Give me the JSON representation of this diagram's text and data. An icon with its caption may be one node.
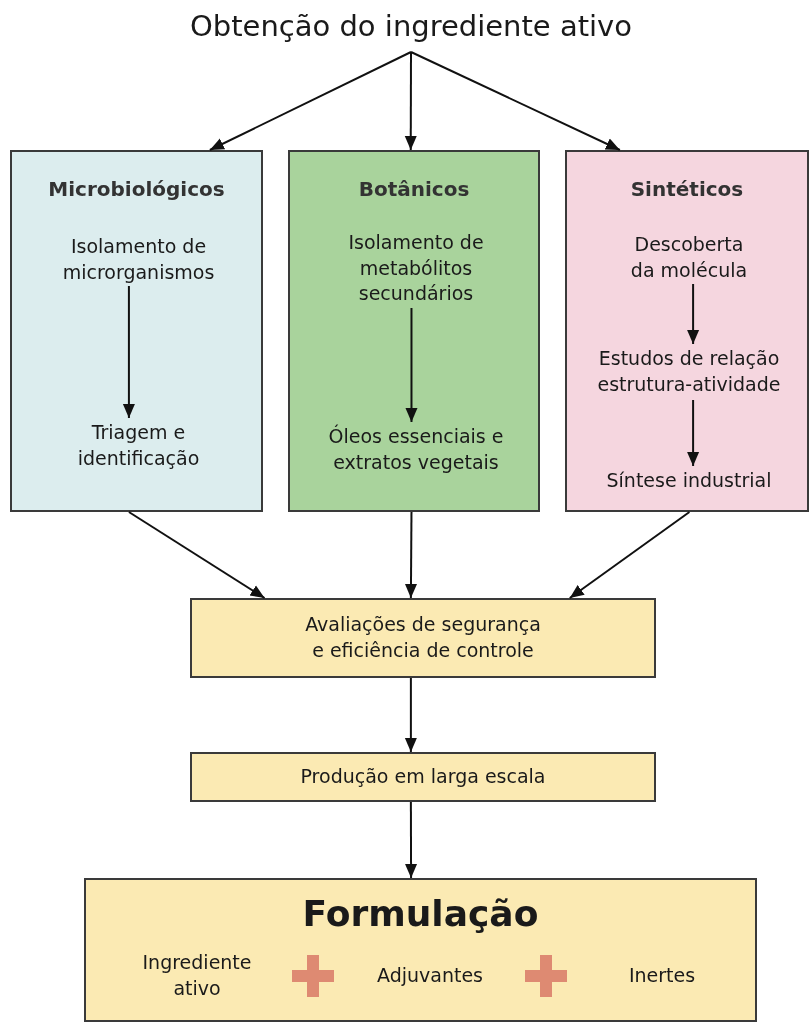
{
  "diagram": {
    "nodes": [
      {
        "text": [
          "Obtenção do ingrediente ativo"
        ]
      },
      {
        "text": [
          "Microbiológicos"
        ]
      },
      {
        "text": [
          "Isolamento de microrganismos"
        ],
        "in": 1
      },
      {
        "text": [
          "Triagem e identificação"
        ],
        "in": 1
      },
      {
        "text": [
          "Botânicos"
        ]
      },
      {
        "text": [
          "Isolamento de metabólitos secundários"
        ],
        "in": 4
      },
      {
        "text": [
          "Óleos essenciais e extratos vegetais"
        ],
        "in": 4
      },
      {
        "text": [
          "Sintéticos"
        ]
      },
      {
        "text": [
          "Descoberta da molécula"
        ],
        "in": 7
      },
      {
        "text": [
          "Estudos de relação estrutura-atividade"
        ],
        "in": 7
      },
      {
        "text": [
          "Síntese industrial"
        ],
        "in": 7
      },
      {
        "text": [
          "Avaliações de segurança e eficiência de controle"
        ]
      },
      {
        "text": [
          "Produção em larga escala"
        ]
      },
      {
        "text": [
          "Formulação",
          "Ingrediente ativo",
          "Adjuvantes",
          "Inertes"
        ]
      }
    ],
    "edges": [
      {
        "from": 0,
        "to": 1,
        "arrow": "to"
      },
      {
        "from": 0,
        "to": 4,
        "arrow": "to"
      },
      {
        "from": 0,
        "to": 7,
        "arrow": "to"
      },
      {
        "from": 2,
        "to": 3,
        "arrow": "to"
      },
      {
        "from": 5,
        "to": 6,
        "arrow": "to"
      },
      {
        "from": 8,
        "to": 9,
        "arrow": "to"
      },
      {
        "from": 9,
        "to": 10,
        "arrow": "to"
      },
      {
        "from": 1,
        "to": 11,
        "arrow": "to"
      },
      {
        "from": 4,
        "to": 11,
        "arrow": "to"
      },
      {
        "from": 7,
        "to": 11,
        "arrow": "to"
      },
      {
        "from": 11,
        "to": 12,
        "arrow": "to"
      },
      {
        "from": 12,
        "to": 13,
        "arrow": "to"
      }
    ]
  }
}
